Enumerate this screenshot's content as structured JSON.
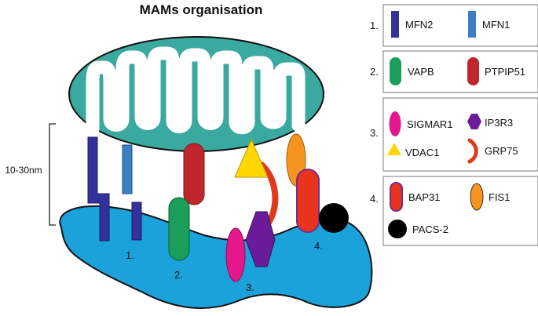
{
  "title": "MAMs organisation",
  "distance_label": "10-30nm",
  "site_labels": [
    "1.",
    "2.",
    "3.",
    "4."
  ],
  "colors": {
    "mitochondrion": "#3aa99f",
    "er": "#1ba2da",
    "outline": "#111111",
    "mfn2": "#33319a",
    "mfn1": "#3d7fc4",
    "vapb": "#1a9e5a",
    "ptpip51": "#c0272d",
    "sigmar1": "#e5178c",
    "ip3r3": "#6a1b9a",
    "vdac1": "#ffd700",
    "grp75": "#e03a1e",
    "bap31": "#e8341c",
    "bap31_border": "#7b2b8a",
    "fis1": "#f7941d",
    "pacs2": "#000000"
  },
  "legend": {
    "groups": [
      {
        "number": "1.",
        "items": [
          {
            "name": "MFN2",
            "icon": "bar-icon",
            "color_key": "mfn2"
          },
          {
            "name": "MFN1",
            "icon": "bar-icon",
            "color_key": "mfn1"
          }
        ]
      },
      {
        "number": "2.",
        "items": [
          {
            "name": "VAPB",
            "icon": "pill-icon",
            "color_key": "vapb"
          },
          {
            "name": "PTPIP51",
            "icon": "pill-icon",
            "color_key": "ptpip51"
          }
        ]
      },
      {
        "number": "3.",
        "items": [
          {
            "name": "SIGMAR1",
            "icon": "ellipse-icon",
            "color_key": "sigmar1"
          },
          {
            "name": "IP3R3",
            "icon": "hexagon-icon",
            "color_key": "ip3r3"
          },
          {
            "name": "VDAC1",
            "icon": "triangle-icon",
            "color_key": "vdac1"
          },
          {
            "name": "GRP75",
            "icon": "arc-icon",
            "color_key": "grp75"
          }
        ]
      },
      {
        "number": "4.",
        "items": [
          {
            "name": "BAP31",
            "icon": "pill-icon",
            "color_key": "bap31"
          },
          {
            "name": "FIS1",
            "icon": "ellipse-icon",
            "color_key": "fis1"
          },
          {
            "name": "PACS-2",
            "icon": "circle-icon",
            "color_key": "pacs2"
          }
        ]
      }
    ]
  }
}
